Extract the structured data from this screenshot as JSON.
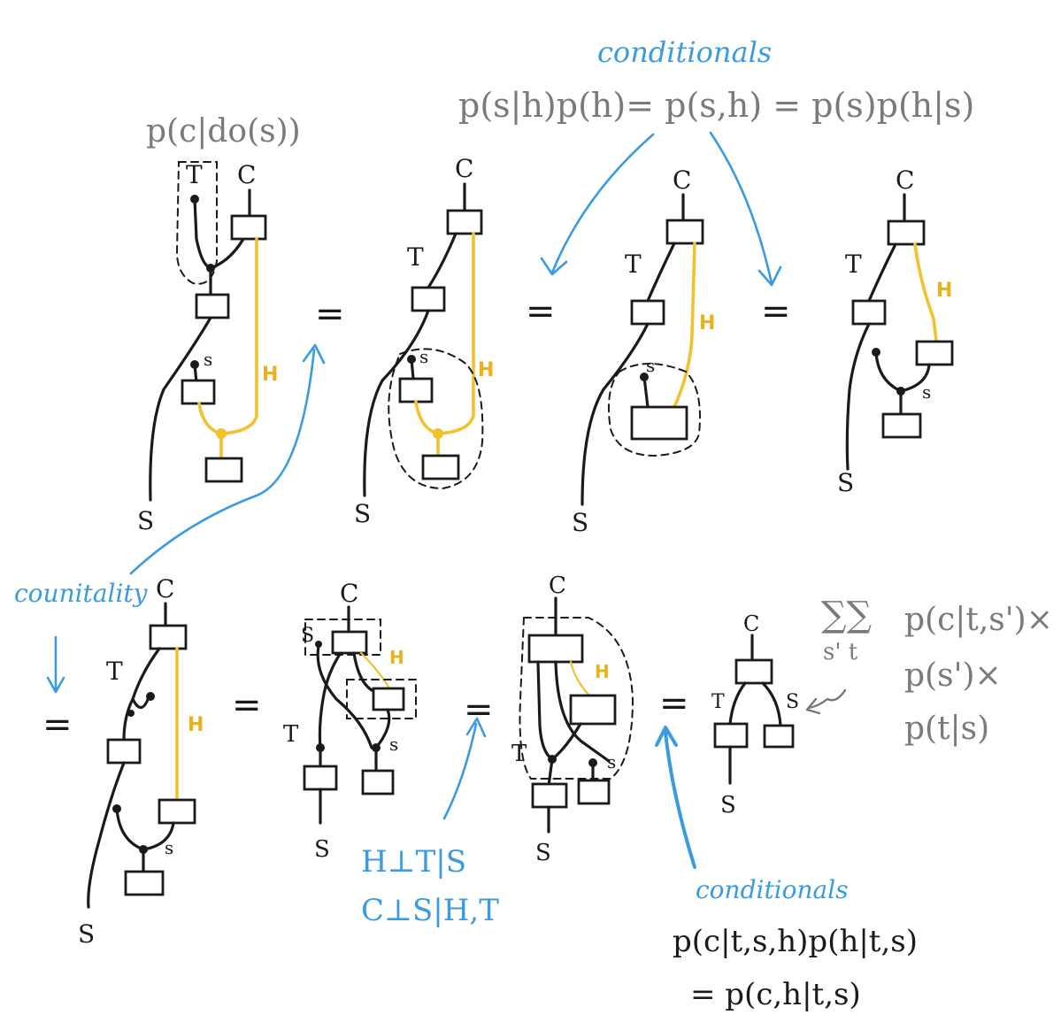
{
  "annotations": {
    "conditionals_top_title": "conditionals",
    "conditionals_top_formula": "p(s|h)p(h)= p(s,h) = p(s)p(h|s)",
    "intervention_label": "p(c|do(s))",
    "counitality": "counitality",
    "independence_1": "H⊥T|S",
    "independence_2": "C⊥S|H,T",
    "conditionals_bottom_title": "conditionals",
    "conditionals_bottom_line1": "p(c|t,s,h)p(h|t,s)",
    "conditionals_bottom_line2": "= p(c,h|t,s)",
    "sum_symbols": "∑∑",
    "sum_indices": "s'  t",
    "sum_line1": "p(c|t,s')×",
    "sum_line2": "p(s')×",
    "sum_line3": "p(t|s)"
  },
  "wire_labels": {
    "c": "C",
    "t": "T",
    "s": "S",
    "s_lower": "s",
    "h": "H"
  },
  "equals": "="
}
